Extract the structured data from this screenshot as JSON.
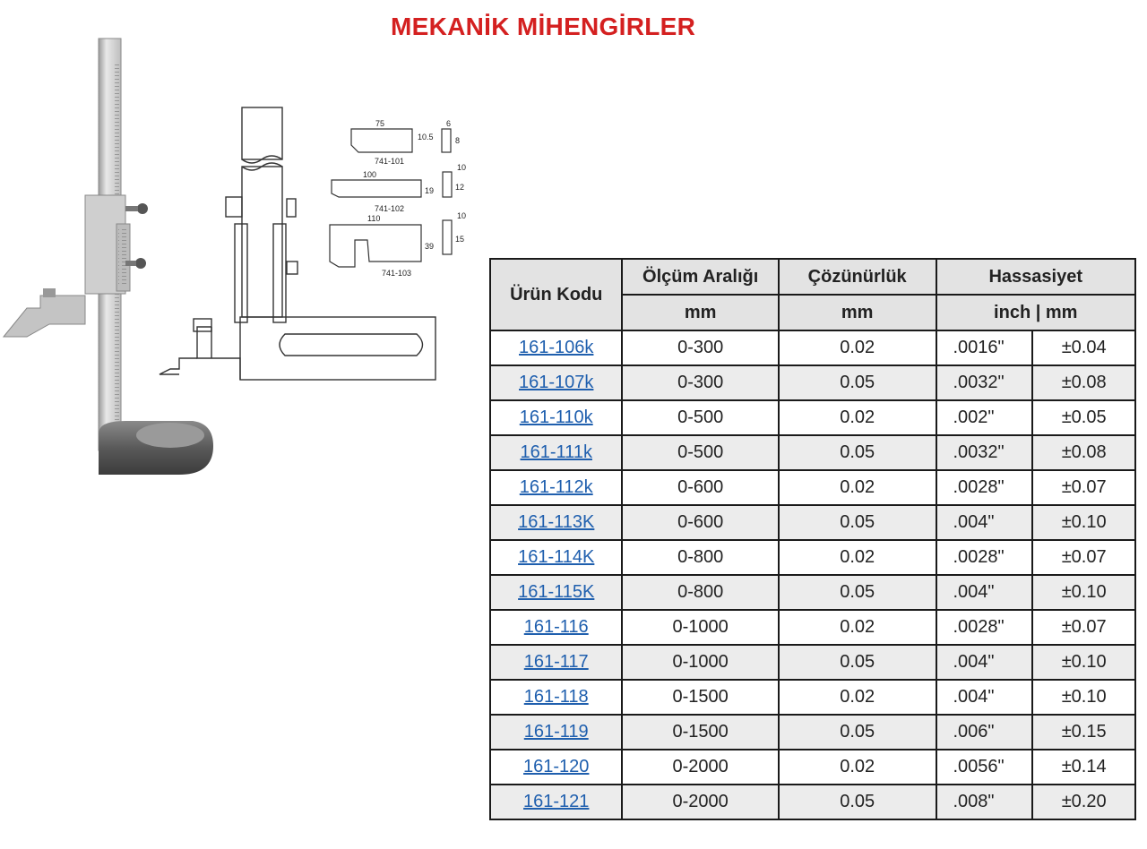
{
  "page": {
    "title": "MEKANİK MİHENGİRLER"
  },
  "drawing": {
    "dims": [
      "75",
      "10.5",
      "741-101",
      "6",
      "8",
      "100",
      "19",
      "741-102",
      "10",
      "12",
      "110",
      "39",
      "741-103",
      "10",
      "15"
    ]
  },
  "table": {
    "header": {
      "code": "Ürün Kodu",
      "range": "Ölçüm Aralığı",
      "resolution": "Çözünürlük",
      "accuracy": "Hassasiyet",
      "range_unit": "mm",
      "resolution_unit": "mm",
      "accuracy_unit": "inch | mm"
    },
    "rows": [
      {
        "code": "161-106k",
        "range": "0-300",
        "res": "0.02",
        "inch": ".0016\"",
        "mm": "±0.04"
      },
      {
        "code": "161-107k",
        "range": "0-300",
        "res": "0.05",
        "inch": ".0032\"",
        "mm": "±0.08"
      },
      {
        "code": "161-110k",
        "range": "0-500",
        "res": "0.02",
        "inch": ".002\"",
        "mm": "±0.05"
      },
      {
        "code": "161-111k",
        "range": "0-500",
        "res": "0.05",
        "inch": ".0032\"",
        "mm": "±0.08"
      },
      {
        "code": "161-112k",
        "range": "0-600",
        "res": "0.02",
        "inch": ".0028\"",
        "mm": "±0.07"
      },
      {
        "code": "161-113K",
        "range": "0-600",
        "res": "0.05",
        "inch": ".004\"",
        "mm": "±0.10"
      },
      {
        "code": "161-114K",
        "range": "0-800",
        "res": "0.02",
        "inch": ".0028\"",
        "mm": "±0.07"
      },
      {
        "code": "161-115K",
        "range": "0-800",
        "res": "0.05",
        "inch": ".004\"",
        "mm": "±0.10"
      },
      {
        "code": "161-116",
        "range": "0-1000",
        "res": "0.02",
        "inch": ".0028\"",
        "mm": "±0.07"
      },
      {
        "code": "161-117",
        "range": "0-1000",
        "res": "0.05",
        "inch": ".004\"",
        "mm": "±0.10"
      },
      {
        "code": "161-118",
        "range": "0-1500",
        "res": "0.02",
        "inch": ".004\"",
        "mm": "±0.10"
      },
      {
        "code": "161-119",
        "range": "0-1500",
        "res": "0.05",
        "inch": ".006\"",
        "mm": "±0.15"
      },
      {
        "code": "161-120",
        "range": "0-2000",
        "res": "0.02",
        "inch": ".0056\"",
        "mm": "±0.14"
      },
      {
        "code": "161-121",
        "range": "0-2000",
        "res": "0.05",
        "inch": ".008\"",
        "mm": "±0.20"
      }
    ]
  }
}
